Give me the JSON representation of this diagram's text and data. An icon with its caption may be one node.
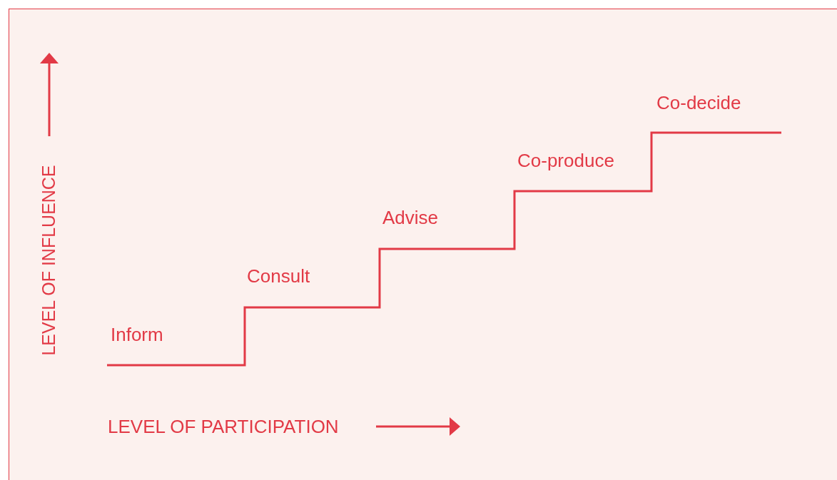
{
  "diagram": {
    "labels": [
      "Inform",
      "Consult",
      "Advise",
      "Co-produce",
      "Co-decide",
      "LEVEL OF INFLUENCE",
      "LEVEL OF PARTICIPATION"
    ]
  }
}
